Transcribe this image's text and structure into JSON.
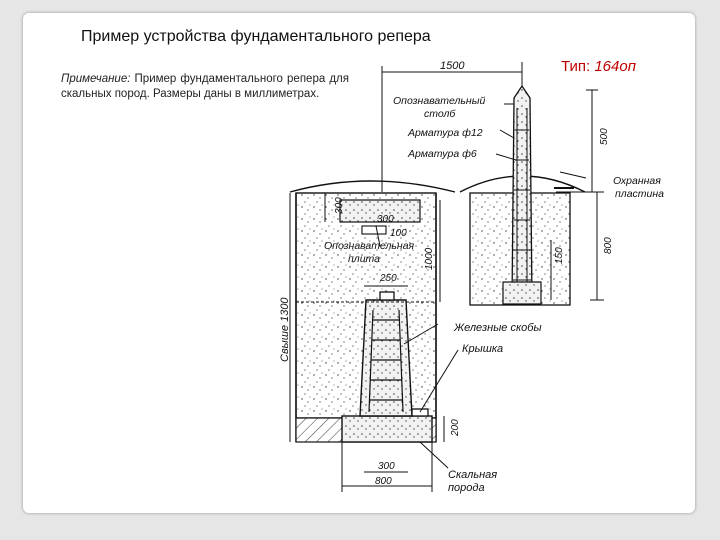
{
  "slide": {
    "title": "Пример устройства фундаментального репера",
    "note_label": "Примечание:",
    "note_text": " Пример фундаментального репера для скальных пород. Размеры даны в миллиметрах.",
    "type_label": "Тип: ",
    "type_value": "164оп"
  },
  "drawing": {
    "labels": {
      "dim_1500": "1500",
      "post_line1": "Опознавательный",
      "post_line2": "столб",
      "rebar_12": "Арматура ф12",
      "rebar_6": "Арматура ф6",
      "dim_500": "500",
      "guard_line1": "Охранная",
      "guard_line2": "пластина",
      "dim_300_top": "300",
      "dim_300_mid": "300",
      "dim_100": "100",
      "plate_line1": "Опознавательная",
      "plate_line2": "плита",
      "dim_1000": "1000",
      "dim_800_right": "800",
      "dim_150": "150",
      "dim_250": "250",
      "depth_label": "Свыше 1300",
      "brackets": "Железные скобы",
      "lid": "Крышка",
      "dim_200": "200",
      "dim_300_bottom": "300",
      "dim_800_bottom": "800",
      "rock_line1": "Скальная",
      "rock_line2": "порода"
    }
  }
}
